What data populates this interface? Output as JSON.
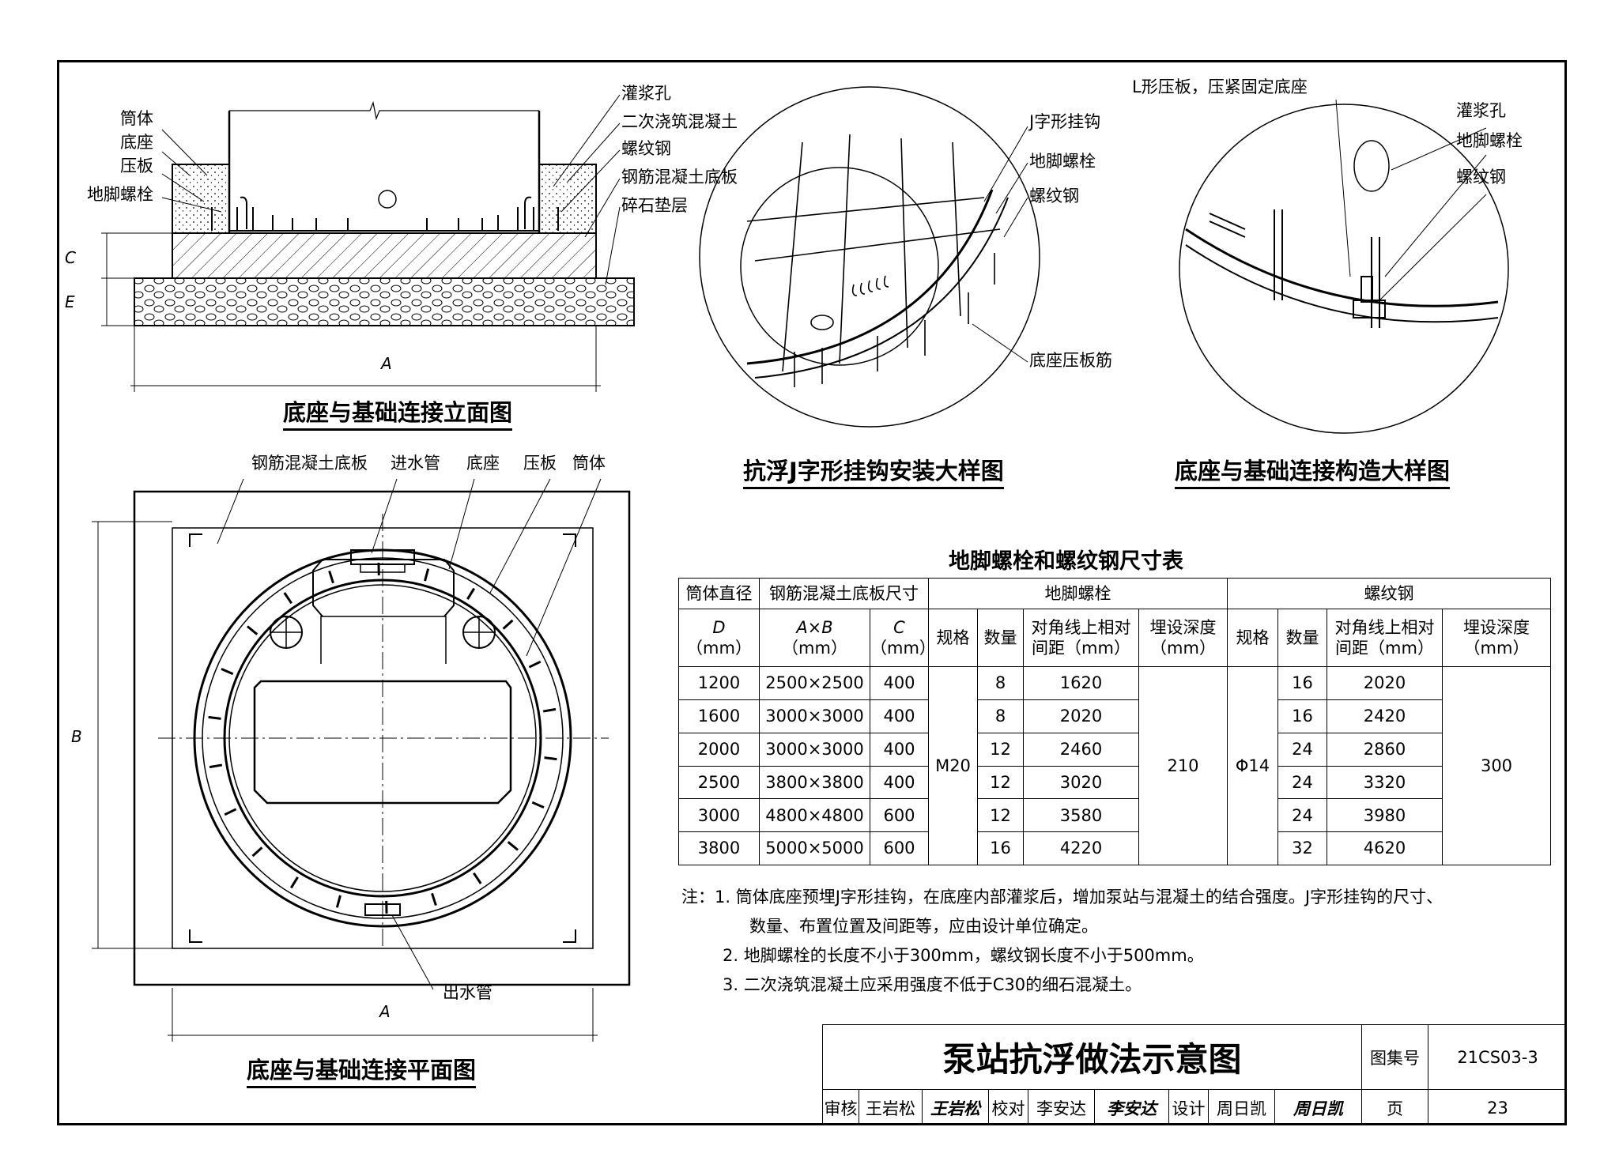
{
  "elevation": {
    "labels_left": [
      "筒体",
      "底座",
      "压板",
      "地脚螺栓"
    ],
    "labels_right": [
      "灌浆孔",
      "二次浇筑混凝土",
      "螺纹钢",
      "钢筋混凝土底板",
      "碎石垫层"
    ],
    "dim_c": "C",
    "dim_e": "E",
    "dim_a": "A",
    "title": "底座与基础连接立面图"
  },
  "jhook": {
    "labels": [
      "J字形挂钩",
      "地脚螺栓",
      "螺纹钢",
      "底座压板筋"
    ],
    "title": "抗浮J字形挂钩安装大样图"
  },
  "detail": {
    "labels": [
      "L形压板，压紧固定底座",
      "灌浆孔",
      "地脚螺栓",
      "螺纹钢"
    ],
    "title": "底座与基础连接构造大样图"
  },
  "plan": {
    "labels": [
      "钢筋混凝土底板",
      "进水管",
      "底座",
      "压板",
      "筒体"
    ],
    "outlet": "出水管",
    "dim_b": "B",
    "dim_a": "A",
    "title": "底座与基础连接平面图"
  },
  "table": {
    "title": "地脚螺栓和螺纹钢尺寸表",
    "h_dia": "筒体直径",
    "h_slab": "钢筋混凝土底板尺寸",
    "h_bolt": "地脚螺栓",
    "h_rebar": "螺纹钢",
    "h_d": "D",
    "h_ab": "A×B",
    "h_c": "C",
    "h_mm": "（mm）",
    "h_spec": "规格",
    "h_qty": "数量",
    "h_diag": "对角线上相对间距（mm）",
    "h_depth": "埋设深度（mm）",
    "bolt_spec": "M20",
    "bolt_depth": "210",
    "rebar_spec": "Φ14",
    "rebar_depth": "300",
    "rows": [
      {
        "d": "1200",
        "ab": "2500×2500",
        "c": "400",
        "bq": "8",
        "bs": "1620",
        "rq": "16",
        "rs": "2020"
      },
      {
        "d": "1600",
        "ab": "3000×3000",
        "c": "400",
        "bq": "8",
        "bs": "2020",
        "rq": "16",
        "rs": "2420"
      },
      {
        "d": "2000",
        "ab": "3000×3000",
        "c": "400",
        "bq": "12",
        "bs": "2460",
        "rq": "24",
        "rs": "2860"
      },
      {
        "d": "2500",
        "ab": "3800×3800",
        "c": "400",
        "bq": "12",
        "bs": "3020",
        "rq": "24",
        "rs": "3320"
      },
      {
        "d": "3000",
        "ab": "4800×4800",
        "c": "600",
        "bq": "12",
        "bs": "3580",
        "rq": "24",
        "rs": "3980"
      },
      {
        "d": "3800",
        "ab": "5000×5000",
        "c": "600",
        "bq": "16",
        "bs": "4220",
        "rq": "32",
        "rs": "4620"
      }
    ]
  },
  "notes": {
    "prefix": "注：",
    "n1a": "1. 筒体底座预埋J字形挂钩，在底座内部灌浆后，增加泵站与混凝土的结合强度。J字形挂钩的尺寸、",
    "n1b": "数量、布置位置及间距等，应由设计单位确定。",
    "n2": "2. 地脚螺栓的长度不小于300mm，螺纹钢长度不小于500mm。",
    "n3": "3. 二次浇筑混凝土应采用强度不低于C30的细石混凝土。"
  },
  "titleblock": {
    "drawing_title": "泵站抗浮做法示意图",
    "atlas_label": "图集号",
    "atlas_no": "21CS03-3",
    "review": "审核",
    "reviewer": "王岩松",
    "check": "校对",
    "checker": "李安达",
    "design": "设计",
    "designer": "周日凯",
    "page_label": "页",
    "page_no": "23"
  }
}
